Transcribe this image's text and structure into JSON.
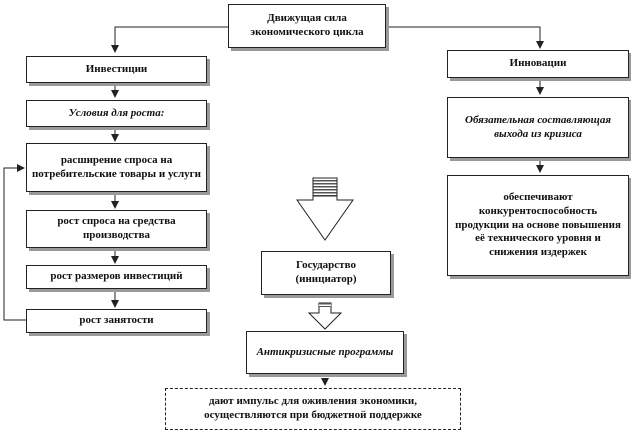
{
  "diagram": {
    "top": "Движущая сила экономического цикла",
    "left_branch": {
      "investments": "Инвестиции",
      "conditions": "Условия для роста:",
      "demand_growth": "расширение спроса на потребительские товары и услуги",
      "means_growth": "рост спроса на средства производства",
      "investment_size": "рост размеров инвестиций",
      "employment": "рост занятости"
    },
    "right_branch": {
      "innovations": "Инновации",
      "mandatory": "Обязательная составляющая выхода из кризиса",
      "provide": "обеспечивают конкурентоспособность продукции на основе повышения её технического уровня и снижения издержек"
    },
    "center": {
      "state": "Государство (инициатор)",
      "programs": "Антикризисные программы",
      "result": "дают импульс для оживления экономики, осуществляются при бюджетной поддержке"
    }
  }
}
